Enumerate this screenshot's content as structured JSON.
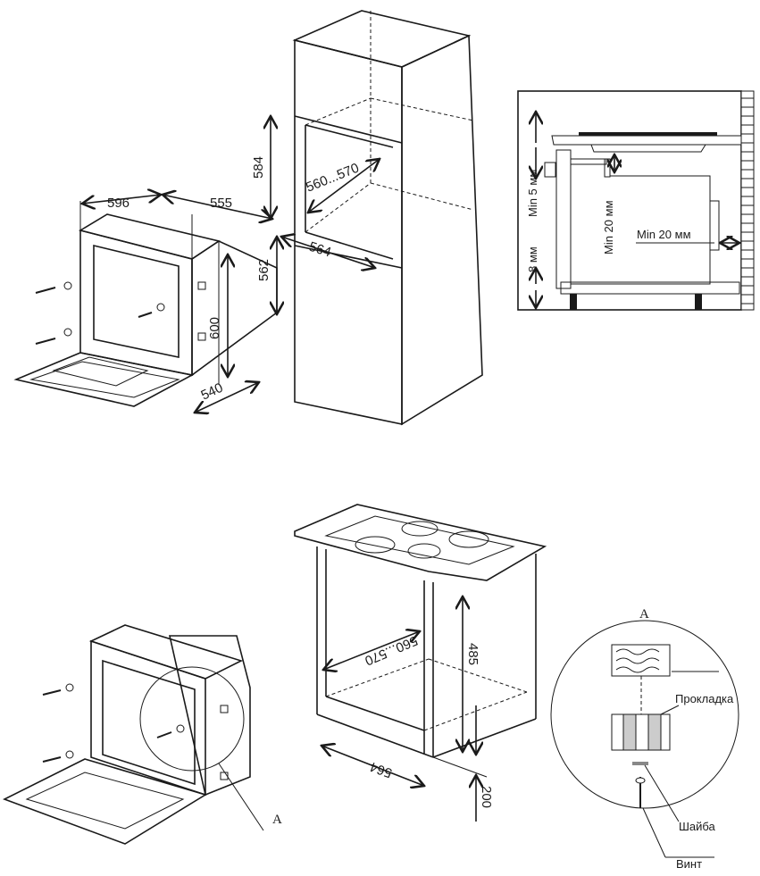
{
  "top_left_oven": {
    "dims": {
      "width": "596",
      "depth": "555",
      "height": "600",
      "side_depth": "540"
    }
  },
  "tall_cabinet": {
    "dims": {
      "upper_height": "584",
      "niche_width": "560...570",
      "niche_height": "562",
      "depth": "564"
    }
  },
  "section_view": {
    "labels": {
      "gap_top": "Min 5 мм",
      "gap_hob": "Min 20 мм",
      "gap_back": "Min 20 мм",
      "gap_bottom": "8 мм"
    }
  },
  "under_counter": {
    "dims": {
      "niche_width": "560...570",
      "niche_height": "485",
      "depth": "564",
      "bottom_gap": "200"
    },
    "callout_letter": "A"
  },
  "detail_a": {
    "title": "A",
    "labels": {
      "gasket": "Прокладка",
      "washer": "Шайба",
      "screw": "Винт"
    }
  }
}
